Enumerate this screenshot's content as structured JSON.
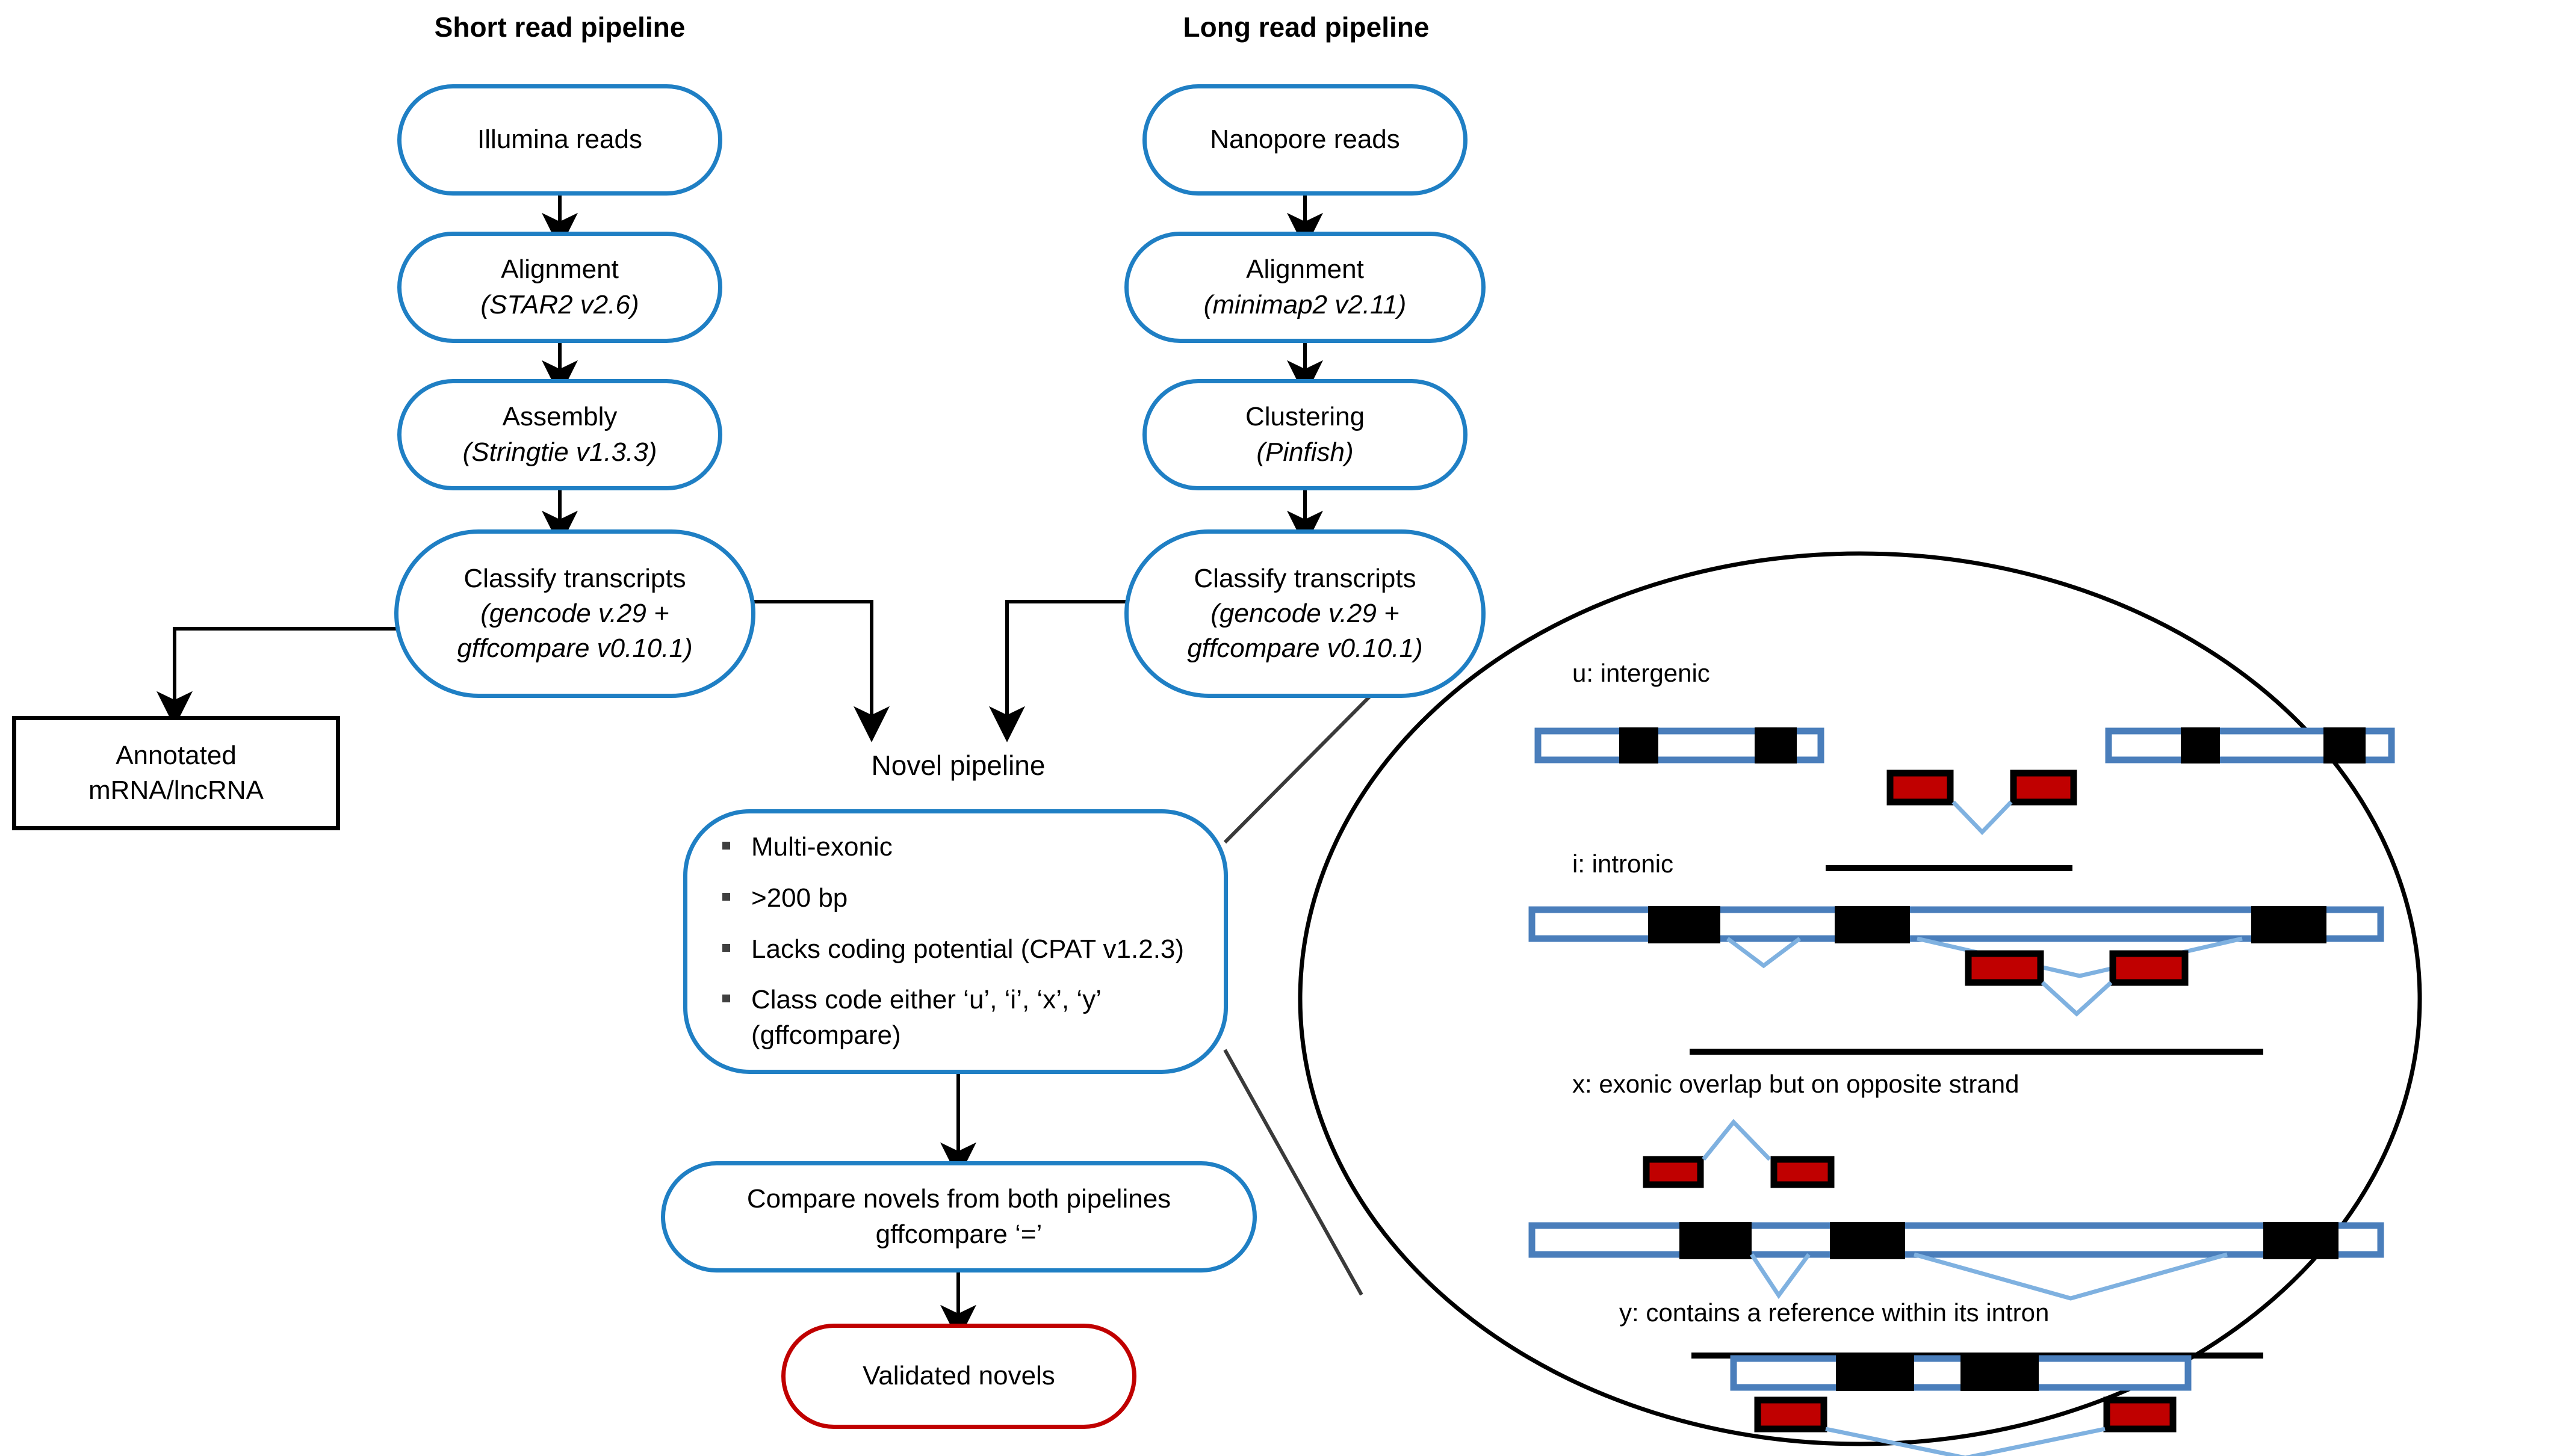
{
  "figure": {
    "background": "#ffffff",
    "accent_blue": "#1f7fc4",
    "accent_red": "#c00000",
    "track_blue": "#4a7ebb",
    "exon_black": "#000000",
    "novel_red": "#c00000"
  },
  "captions": {
    "short_read": "Short read pipeline",
    "long_read": "Long read pipeline",
    "novel": "Novel pipeline"
  },
  "short_read_pipeline": {
    "illumina": {
      "line1": "Illumina reads"
    },
    "alignment": {
      "line1": "Alignment",
      "line2": "(STAR2 v2.6)"
    },
    "assembly": {
      "line1": "Assembly",
      "line2": "(Stringtie v1.3.3)"
    },
    "classify": {
      "line1": "Classify transcripts",
      "line2": "(gencode v.29 +",
      "line3": "gffcompare v0.10.1)"
    }
  },
  "long_read_pipeline": {
    "nanopore": {
      "line1": "Nanopore  reads"
    },
    "alignment": {
      "line1": "Alignment",
      "line2": "(minimap2 v2.11)"
    },
    "clustering": {
      "line1": "Clustering",
      "line2": "(Pinfish)"
    },
    "classify": {
      "line1": "Classify transcripts",
      "line2": "(gencode v.29 +",
      "line3": "gffcompare v0.10.1)"
    }
  },
  "annotated_output": {
    "line1": "Annotated",
    "line2": "mRNA/lncRNA"
  },
  "novel_pipeline": {
    "criteria": [
      "Multi-exonic",
      ">200 bp",
      "Lacks coding potential (CPAT v1.2.3)",
      "Class code either ‘u’, ‘i’, ‘x’, ‘y’",
      "(gffcompare)"
    ],
    "compare": {
      "line1": "Compare novels from both pipelines",
      "line2": "gffcompare ‘=’"
    },
    "validated": {
      "line1": "Validated novels"
    }
  },
  "class_codes": [
    {
      "code": "u",
      "label": "u: intergenic"
    },
    {
      "code": "i",
      "label": "i: intronic"
    },
    {
      "code": "x",
      "label": "x: exonic overlap but on opposite strand"
    },
    {
      "code": "y",
      "label": "y: contains a reference  within its intron"
    }
  ]
}
